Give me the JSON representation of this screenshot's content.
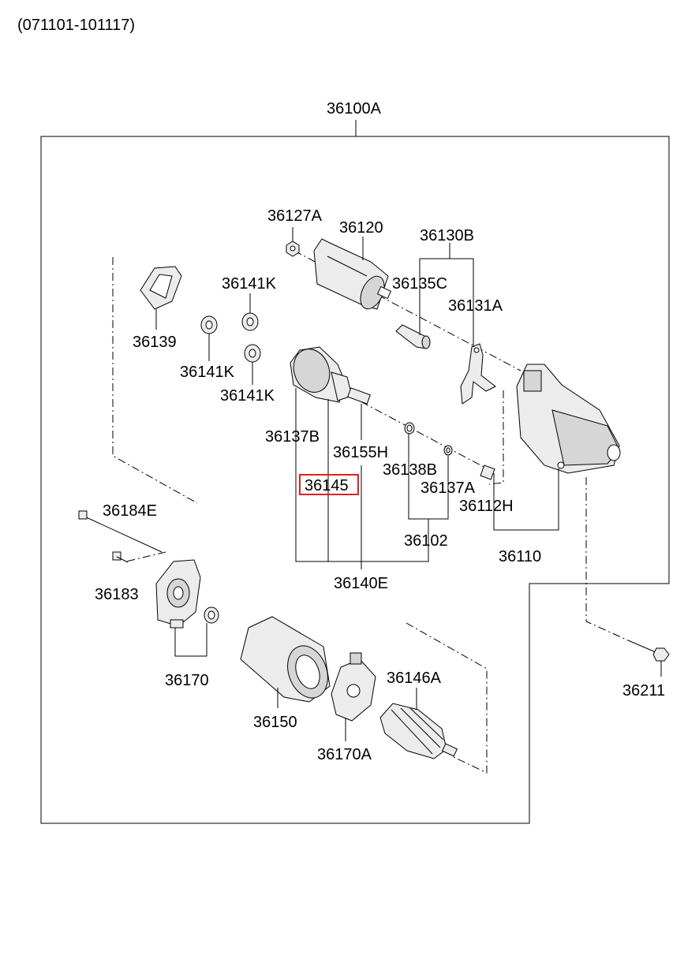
{
  "date_range": "(071101-101117)",
  "assembly_label": "36100A",
  "labels": {
    "p36127A": "36127A",
    "p36120": "36120",
    "p36130B": "36130B",
    "p36135C": "36135C",
    "p36131A": "36131A",
    "p36141K_top": "36141K",
    "p36141K_mid": "36141K",
    "p36141K_bot": "36141K",
    "p36139": "36139",
    "p36137B": "36137B",
    "p36155H": "36155H",
    "p36138B": "36138B",
    "p36137A": "36137A",
    "p36112H": "36112H",
    "p36145": "36145",
    "p36102": "36102",
    "p36110": "36110",
    "p36140E": "36140E",
    "p36184E": "36184E",
    "p36183": "36183",
    "p36170": "36170",
    "p36150": "36150",
    "p36146A": "36146A",
    "p36170A": "36170A",
    "p36211": "36211"
  },
  "highlighted_part": "36145",
  "highlight_color": "#e02020"
}
